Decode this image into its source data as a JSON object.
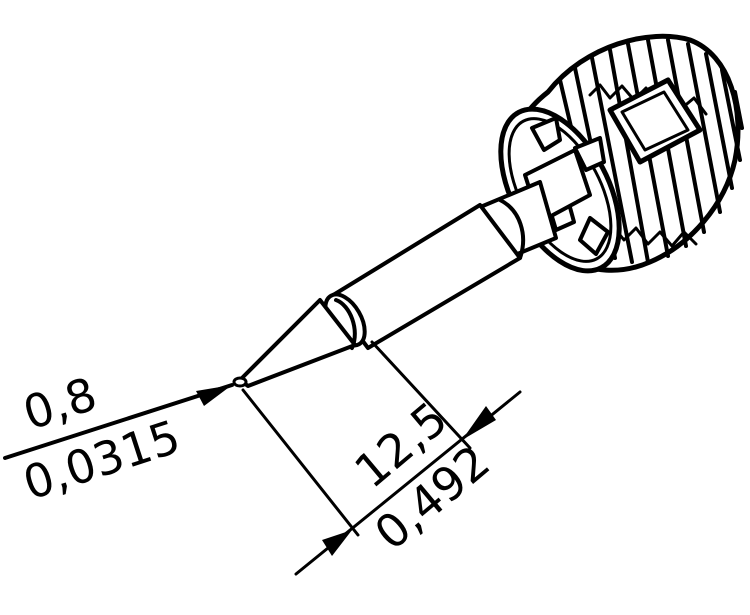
{
  "diagram": {
    "subject": "soldering tip (conical) with knurled nut",
    "colors": {
      "line": "#000000",
      "background": "#ffffff"
    },
    "dimensions": {
      "tip_diameter": {
        "metric": "0,8",
        "imperial": "0,0315"
      },
      "length": {
        "metric": "12,5",
        "imperial": "0,492"
      }
    }
  }
}
